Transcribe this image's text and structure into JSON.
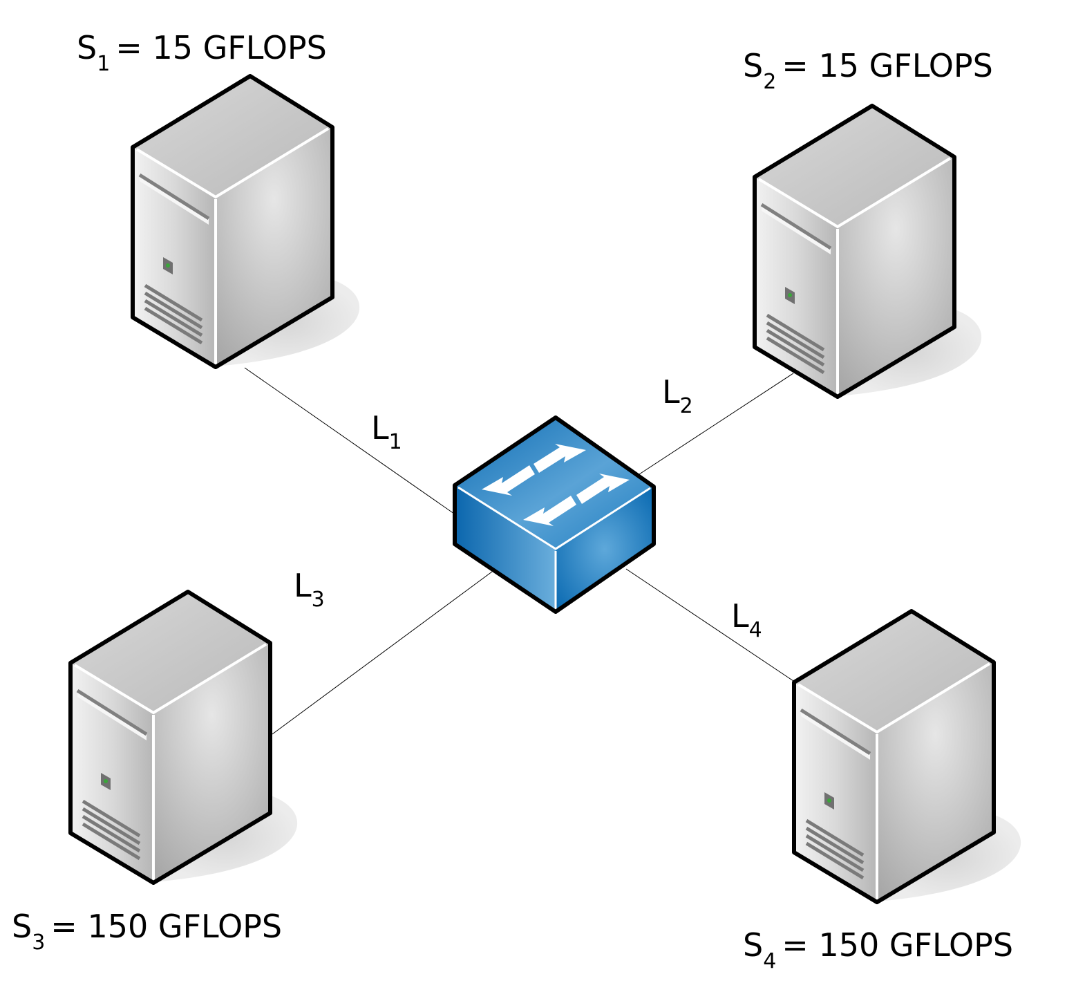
{
  "servers": [
    {
      "id": "s1",
      "name": "S",
      "sub": "1",
      "speed": "= 15 GFLOPS"
    },
    {
      "id": "s2",
      "name": "S",
      "sub": "2",
      "speed": "= 15 GFLOPS"
    },
    {
      "id": "s3",
      "name": "S",
      "sub": "3",
      "speed": "= 150 GFLOPS"
    },
    {
      "id": "s4",
      "name": "S",
      "sub": "4",
      "speed": "= 150 GFLOPS"
    }
  ],
  "links": [
    {
      "id": "l1",
      "name": "L",
      "sub": "1"
    },
    {
      "id": "l2",
      "name": "L",
      "sub": "2"
    },
    {
      "id": "l3",
      "name": "L",
      "sub": "3"
    },
    {
      "id": "l4",
      "name": "L",
      "sub": "4"
    }
  ],
  "colors": {
    "switch_top": "#2a7fbf",
    "switch_side_left": "#1b6fb0",
    "switch_side_right": "#0a62a8",
    "server_body": "#cfcfcf",
    "server_light": "#f4f4f4",
    "led": "#3aa63a"
  },
  "icons": {
    "server": "server-tower-icon",
    "switch": "network-switch-icon"
  }
}
